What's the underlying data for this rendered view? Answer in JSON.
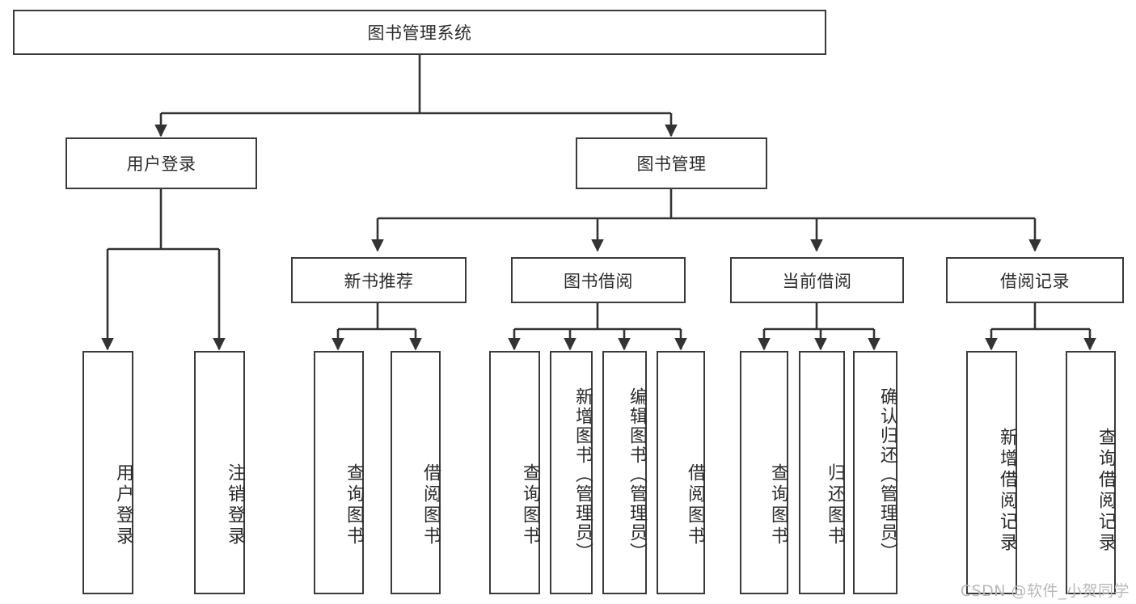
{
  "diagram": {
    "type": "tree-hierarchy-chart",
    "title_node": {
      "id": "root",
      "label": "图书管理系统"
    },
    "level1": [
      {
        "id": "user-login",
        "label": "用户登录"
      },
      {
        "id": "book-management",
        "label": "图书管理"
      }
    ],
    "level2": [
      {
        "id": "new-book-recommend",
        "label": "新书推荐",
        "parent": "book-management"
      },
      {
        "id": "book-borrow",
        "label": "图书借阅",
        "parent": "book-management"
      },
      {
        "id": "current-borrow",
        "label": "当前借阅",
        "parent": "book-management"
      },
      {
        "id": "borrow-record",
        "label": "借阅记录",
        "parent": "book-management"
      }
    ],
    "leaves": [
      {
        "id": "leaf-user-login",
        "label": "用户登录",
        "parent": "user-login"
      },
      {
        "id": "leaf-logout-login",
        "label": "注销登录",
        "parent": "user-login"
      },
      {
        "id": "leaf-query-book-1",
        "label": "查询图书",
        "parent": "new-book-recommend"
      },
      {
        "id": "leaf-borrow-book-1",
        "label": "借阅图书",
        "parent": "new-book-recommend"
      },
      {
        "id": "leaf-query-book-2",
        "label": "查询图书",
        "parent": "book-borrow"
      },
      {
        "id": "leaf-add-book",
        "label": "新增图书（管理员）",
        "parent": "book-borrow"
      },
      {
        "id": "leaf-edit-book",
        "label": "编辑图书（管理员）",
        "parent": "book-borrow"
      },
      {
        "id": "leaf-borrow-book-2",
        "label": "借阅图书",
        "parent": "book-borrow"
      },
      {
        "id": "leaf-query-book-3",
        "label": "查询图书",
        "parent": "current-borrow"
      },
      {
        "id": "leaf-return-book",
        "label": "归还图书",
        "parent": "current-borrow"
      },
      {
        "id": "leaf-confirm-return",
        "label": "确认归还（管理员）",
        "parent": "current-borrow"
      },
      {
        "id": "leaf-add-record",
        "label": "新增借阅记录",
        "parent": "borrow-record"
      },
      {
        "id": "leaf-query-record",
        "label": "查询借阅记录",
        "parent": "borrow-record"
      }
    ]
  },
  "watermark": {
    "text": "CSDN @软件_小贺同学"
  },
  "colors": {
    "box_border": "#3a3a3a",
    "connector": "#333333",
    "text": "#2b2b2b",
    "background": "#ffffff",
    "watermark": "#b8b8b8"
  }
}
